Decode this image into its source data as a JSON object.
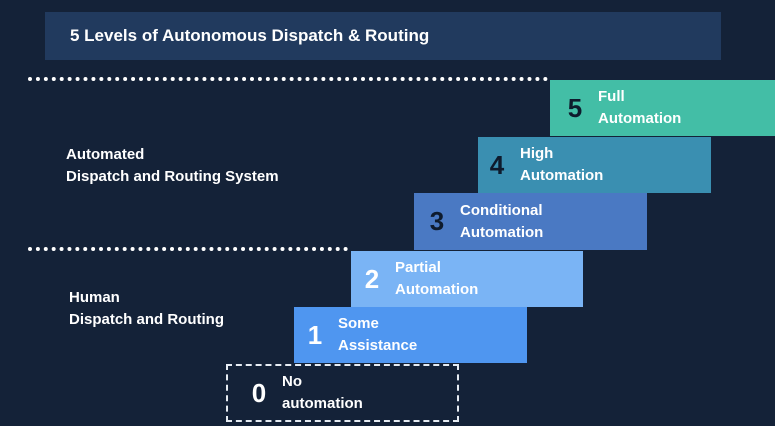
{
  "title": "5 Levels of Autonomous Dispatch & Routing",
  "zones": {
    "automated": {
      "line1": "Automated",
      "line2": "Dispatch and Routing System"
    },
    "human": {
      "line1": "Human",
      "line2": "Dispatch and Routing"
    }
  },
  "levels": [
    {
      "number": "0",
      "line1": "No",
      "line2": "automation"
    },
    {
      "number": "1",
      "line1": "Some",
      "line2": "Assistance"
    },
    {
      "number": "2",
      "line1": "Partial",
      "line2": "Automation"
    },
    {
      "number": "3",
      "line1": "Conditional",
      "line2": "Automation"
    },
    {
      "number": "4",
      "line1": "High",
      "line2": "Automation"
    },
    {
      "number": "5",
      "line1": "Full",
      "line2": "Automation"
    }
  ],
  "colors": {
    "background": "#142238",
    "title_bar": "#213a5e",
    "level_1": "#4f96f0",
    "level_2": "#7ab4f5",
    "level_3": "#4a79c3",
    "level_4": "#3a8fb1",
    "level_5": "#43bea6"
  }
}
